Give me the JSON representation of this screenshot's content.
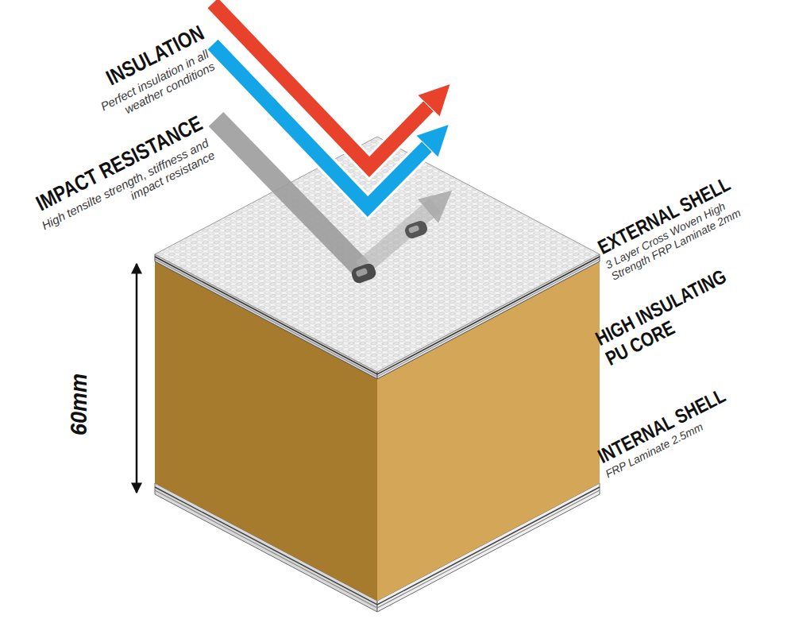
{
  "diagram": {
    "labels": [
      "INSULATION",
      "Perfect insulation in all weather conditions",
      "IMPACT RESISTANCE",
      "High tensilte strength, stiffness and impact resistance",
      "EXTERNAL SHELL",
      "3 Layer Cross Woven High Strength FRP Laminate 2mm",
      "HIGH INSULATING PU CORE",
      "INTERNAL SHELL",
      "FRP Laminate 2.5mm",
      "60mm"
    ]
  }
}
